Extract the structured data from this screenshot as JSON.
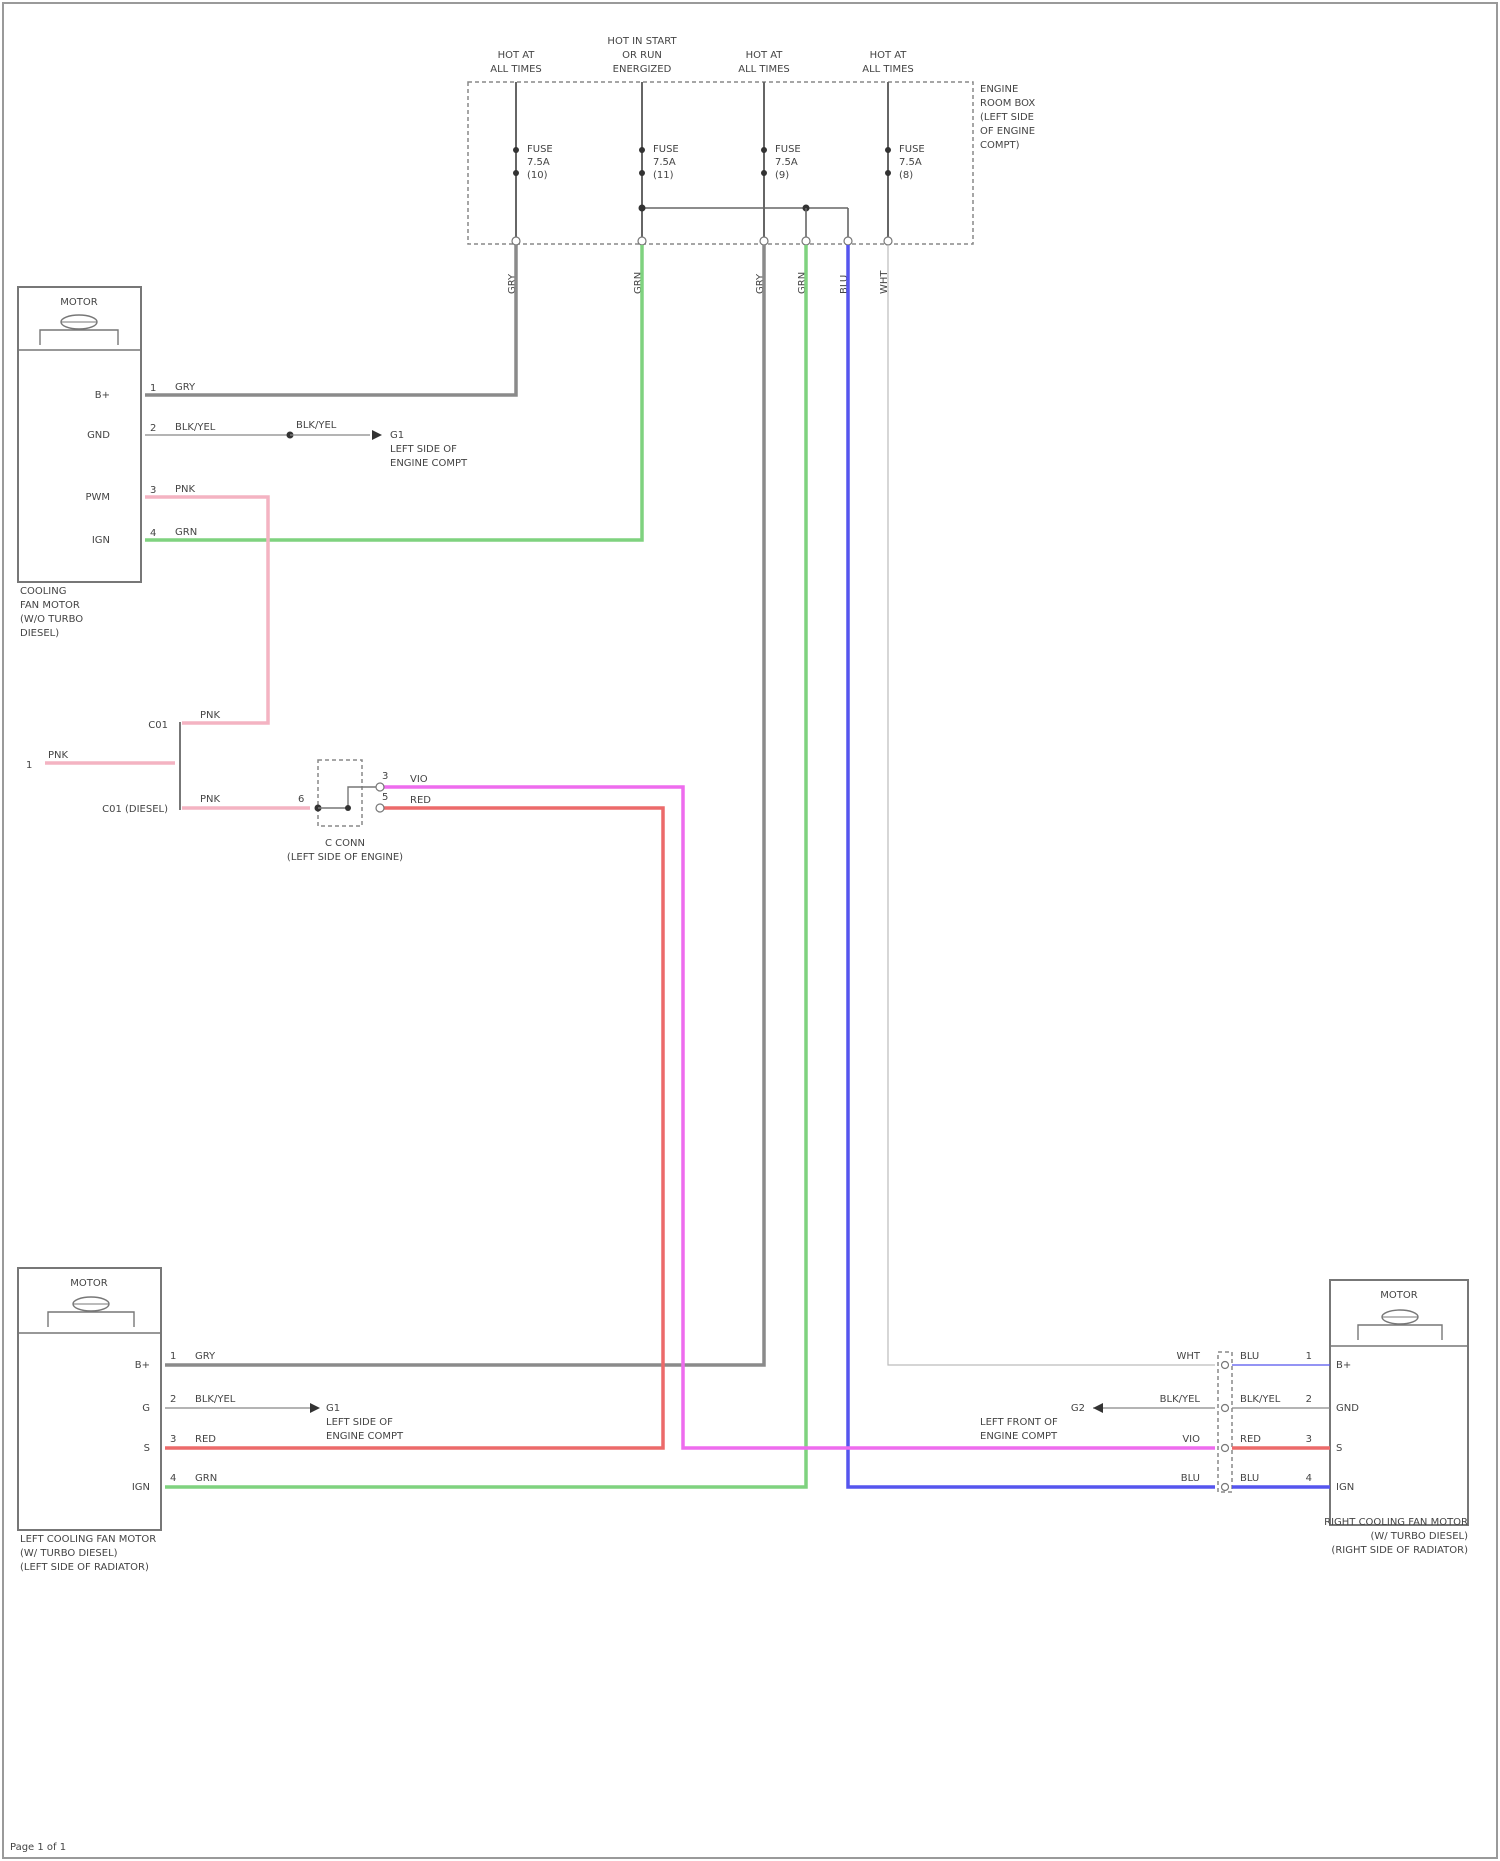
{
  "fuse_box": {
    "columns": [
      {
        "top": [
          "HOT AT",
          "ALL TIMES"
        ],
        "fuse": [
          "FUSE",
          "7.5A",
          "(10)"
        ],
        "wire": "GRY"
      },
      {
        "top": [
          "HOT IN START",
          "OR RUN",
          "ENERGIZED"
        ],
        "fuse": [
          "FUSE",
          "7.5A",
          "(11)"
        ],
        "wire": "GRN"
      },
      {
        "top": [
          "HOT AT",
          "ALL TIMES"
        ],
        "fuse": [
          "FUSE",
          "7.5A",
          "(9)"
        ],
        "wire": "GRY"
      },
      {
        "top": [
          "HOT AT",
          "ALL TIMES"
        ],
        "fuse": [
          "FUSE",
          "7.5A",
          "(8)"
        ],
        "wire": "WHT"
      }
    ],
    "label": [
      "ENGINE",
      "ROOM BOX",
      "(LEFT SIDE",
      "OF ENGINE",
      "COMPT)"
    ],
    "wire_labels": [
      "GRY",
      "GRN",
      "GRY",
      "GRN",
      "BLU",
      "WHT"
    ]
  },
  "cooling_fan_motor": {
    "header": "MOTOR",
    "pins": [
      {
        "num": "1",
        "name": "B+",
        "wire": "GRY"
      },
      {
        "num": "2",
        "name": "GND",
        "wire": "BLK/YEL"
      },
      {
        "num": "3",
        "name": "PWM",
        "wire": "PNK"
      },
      {
        "num": "4",
        "name": "IGN",
        "wire": "GRN"
      }
    ],
    "ground_wire": "BLK/YEL",
    "ground_id": "G1",
    "ground_label": [
      "LEFT SIDE OF",
      "ENGINE COMPT"
    ],
    "label": [
      "COOLING",
      "FAN MOTOR",
      "(W/O TURBO",
      "DIESEL)"
    ]
  },
  "splice": {
    "wire_in": "PNK",
    "wire_out_top": "PNK",
    "wire_out_bottom": "PNK",
    "name_top": "C01",
    "name_bottom": "C01 (DIESEL)",
    "ref": "1"
  },
  "connector": {
    "label": [
      "C CONN",
      "(LEFT SIDE OF ENGINE)"
    ],
    "pin_in": "6",
    "pins": [
      "3",
      "5"
    ],
    "wires": [
      "VIO",
      "RED"
    ]
  },
  "left_motor": {
    "header": "MOTOR",
    "pins": [
      {
        "num": "1",
        "name": "B+",
        "wire": "GRY"
      },
      {
        "num": "2",
        "name": "G",
        "wire": "BLK/YEL"
      },
      {
        "num": "3",
        "name": "S",
        "wire": "RED"
      },
      {
        "num": "4",
        "name": "IGN",
        "wire": "GRN"
      }
    ],
    "ground_id": "G1",
    "ground_label": [
      "LEFT SIDE OF",
      "ENGINE COMPT"
    ],
    "label": [
      "LEFT COOLING FAN MOTOR",
      "(W/ TURBO DIESEL)",
      "(LEFT SIDE OF RADIATOR)"
    ]
  },
  "right_motor": {
    "header": "MOTOR",
    "pins": [
      {
        "num": "1",
        "name": "B+",
        "wire_in": "WHT",
        "wire": "BLU"
      },
      {
        "num": "2",
        "name": "GND",
        "wire_in": "BLK/YEL",
        "wire": "BLK/YEL"
      },
      {
        "num": "3",
        "name": "S",
        "wire_in": "VIO",
        "wire": "RED"
      },
      {
        "num": "4",
        "name": "IGN",
        "wire_in": "BLU",
        "wire": "BLU"
      }
    ],
    "ground_id": "G2",
    "ground_label": [
      "LEFT FRONT OF",
      "ENGINE COMPT"
    ],
    "label": [
      "RIGHT COOLING FAN MOTOR",
      "(W/ TURBO DIESEL)",
      "(RIGHT SIDE OF RADIATOR)"
    ]
  },
  "footer": "Page 1 of 1"
}
